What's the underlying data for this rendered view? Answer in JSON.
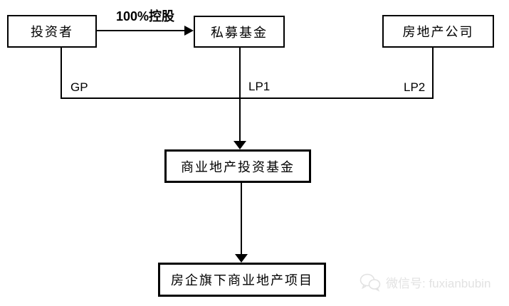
{
  "diagram": {
    "nodes": {
      "investor": {
        "label": "投资者"
      },
      "pe_fund": {
        "label": "私募基金"
      },
      "re_company": {
        "label": "房地产公司"
      },
      "commercial_fund": {
        "label": "商业地产投资基金"
      },
      "project": {
        "label": "房企旗下商业地产项目"
      }
    },
    "edges": {
      "holding_label": "100%控股",
      "gp_label": "GP",
      "lp1_label": "LP1",
      "lp2_label": "LP2"
    }
  },
  "watermark": {
    "icon": "wechat-icon",
    "text": "微信号: fuxianbubin",
    "color": "#e2e2e2"
  },
  "colors": {
    "line": "#000000",
    "background": "#ffffff"
  }
}
